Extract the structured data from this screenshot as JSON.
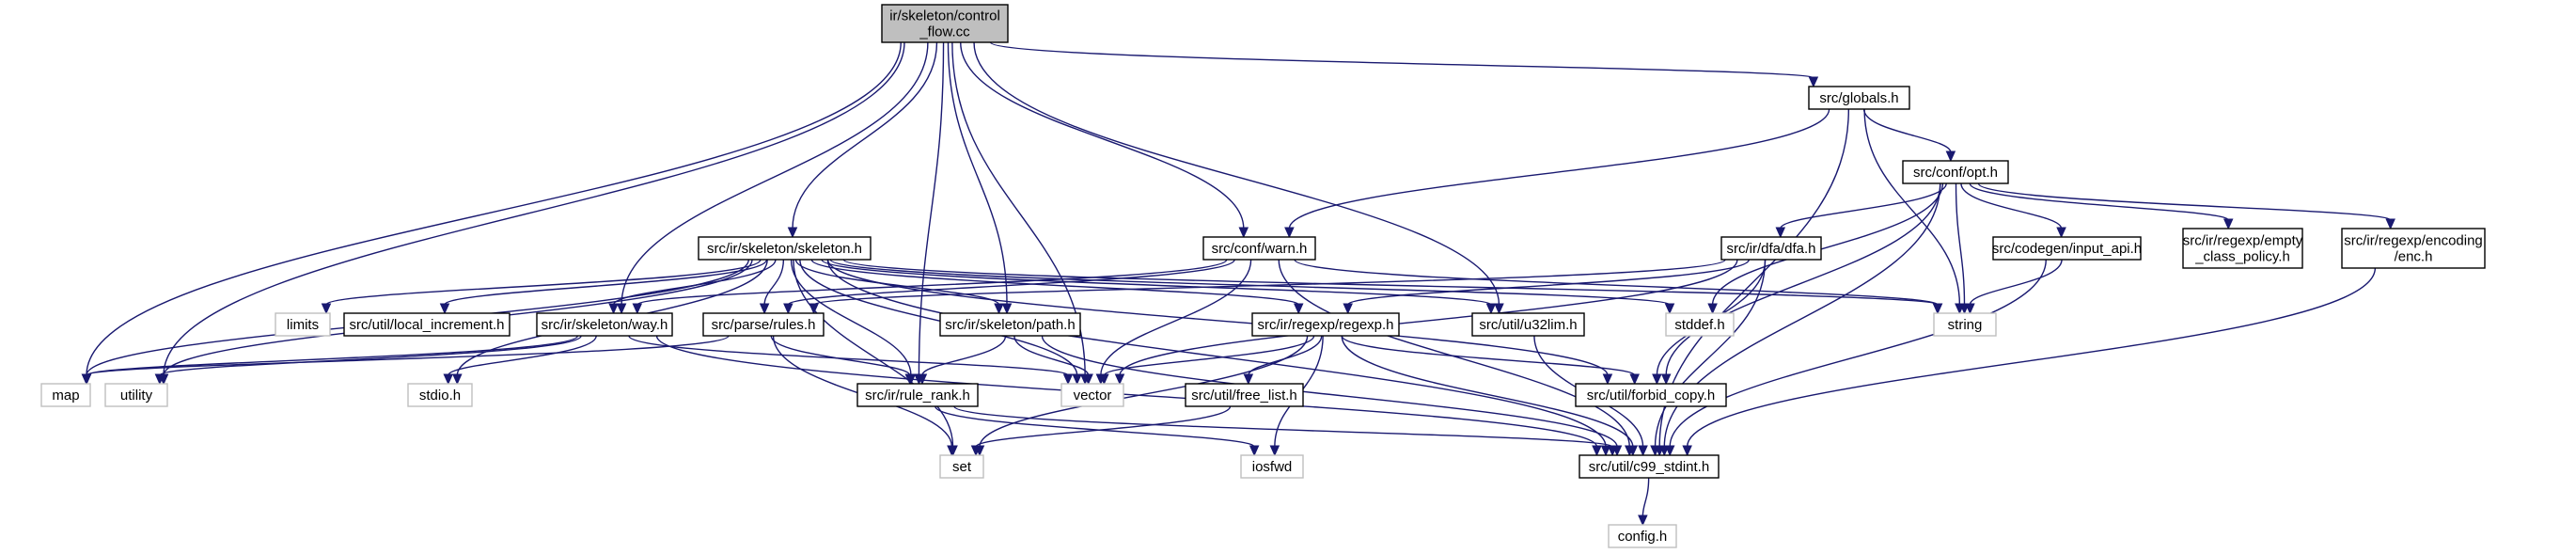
{
  "graph": {
    "nodes": {
      "root": [
        "ir/skeleton/control",
        "_flow.cc"
      ],
      "globals": [
        "src/globals.h"
      ],
      "opt": [
        "src/conf/opt.h"
      ],
      "skeleton": [
        "src/ir/skeleton/skeleton.h"
      ],
      "warn": [
        "src/conf/warn.h"
      ],
      "dfa": [
        "src/ir/dfa/dfa.h"
      ],
      "input_api": [
        "src/codegen/input_api.h"
      ],
      "empty_class": [
        "src/ir/regexp/empty",
        "_class_policy.h"
      ],
      "encoding": [
        "src/ir/regexp/encoding",
        "/enc.h"
      ],
      "limits": [
        "limits"
      ],
      "local_increment": [
        "src/util/local_increment.h"
      ],
      "way": [
        "src/ir/skeleton/way.h"
      ],
      "rules": [
        "src/parse/rules.h"
      ],
      "path": [
        "src/ir/skeleton/path.h"
      ],
      "regexp": [
        "src/ir/regexp/regexp.h"
      ],
      "u32lim": [
        "src/util/u32lim.h"
      ],
      "stddef": [
        "stddef.h"
      ],
      "string": [
        "string"
      ],
      "map": [
        "map"
      ],
      "utility": [
        "utility"
      ],
      "stdio": [
        "stdio.h"
      ],
      "rule_rank": [
        "src/ir/rule_rank.h"
      ],
      "vector": [
        "vector"
      ],
      "free_list": [
        "src/util/free_list.h"
      ],
      "forbid_copy": [
        "src/util/forbid_copy.h"
      ],
      "set": [
        "set"
      ],
      "iosfwd": [
        "iosfwd"
      ],
      "c99_stdint": [
        "src/util/c99_stdint.h"
      ],
      "config": [
        "config.h"
      ]
    }
  }
}
